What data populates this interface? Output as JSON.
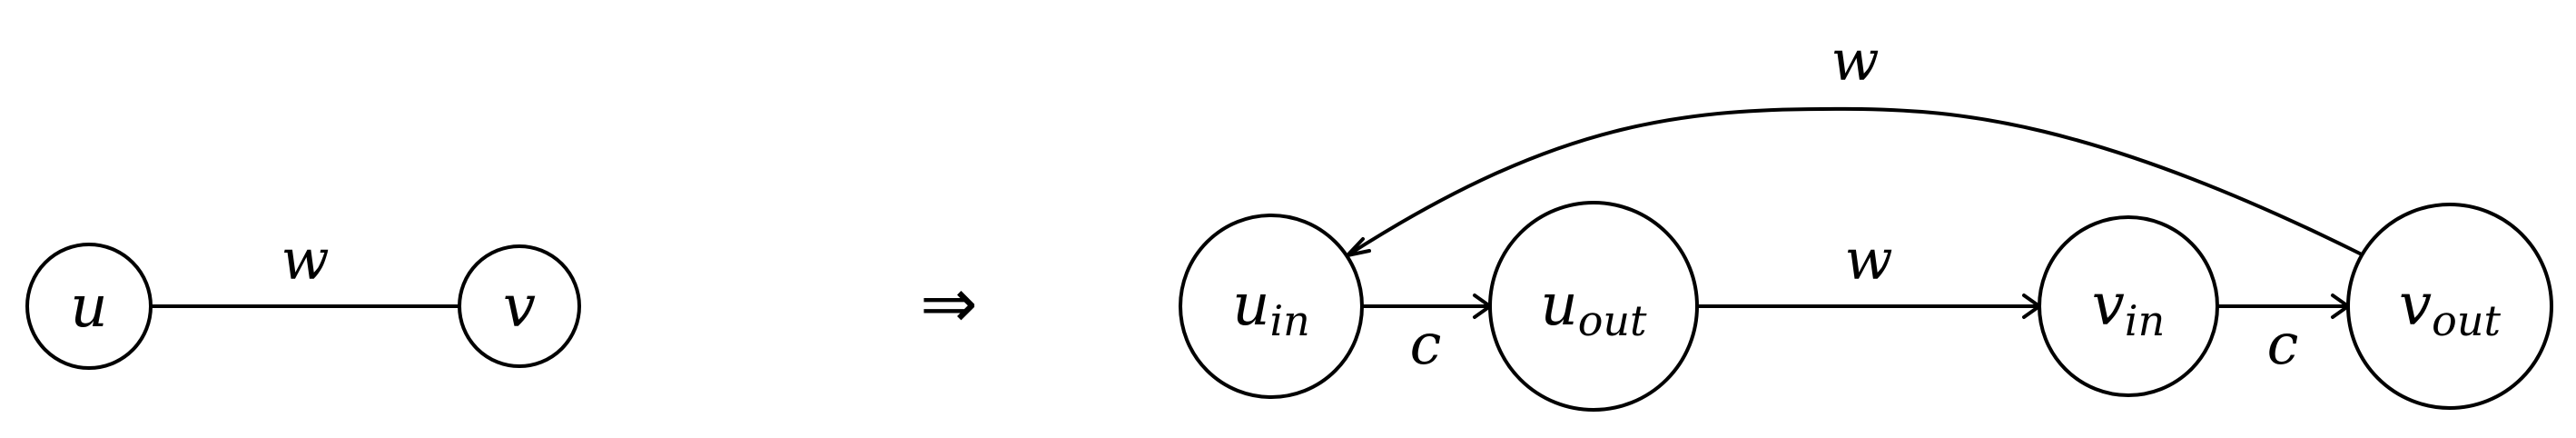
{
  "left_graph": {
    "node_u": {
      "base": "u",
      "sub": ""
    },
    "node_v": {
      "base": "v",
      "sub": ""
    },
    "edge_uv_label": "w"
  },
  "implies_symbol": "⇒",
  "right_graph": {
    "node_u_in": {
      "base": "u",
      "sub": "in"
    },
    "node_u_out": {
      "base": "u",
      "sub": "out"
    },
    "node_v_in": {
      "base": "v",
      "sub": "in"
    },
    "node_v_out": {
      "base": "v",
      "sub": "out"
    },
    "edge_uin_uout_label": "c",
    "edge_uout_vin_label": "w",
    "edge_vin_vout_label": "c",
    "edge_vout_uin_label": "w"
  }
}
